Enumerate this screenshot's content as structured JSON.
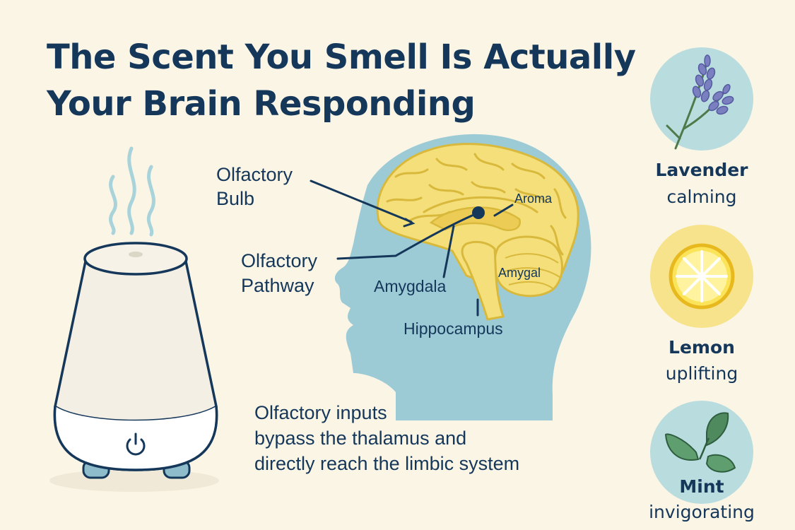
{
  "title": {
    "line1": "The Scent You Smell Is Actually",
    "line2": "Your Brain Responding"
  },
  "brain_labels": {
    "olfactory_bulb_1": "Olfactory",
    "olfactory_bulb_2": "Bulb",
    "olfactory_pathway_1": "Olfactory",
    "olfactory_pathway_2": "Pathway",
    "aroma": "Aroma",
    "amygdala": "Amygdala",
    "amygal": "Amygal",
    "hippocampus": "Hippocampus"
  },
  "caption": {
    "line1": "Olfactory inputs",
    "line2": "bypass the thalamus and",
    "line3": "directly reach the limbic system"
  },
  "scents": [
    {
      "name": "Lavender",
      "effect": "calming",
      "icon": "lavender-icon"
    },
    {
      "name": "Lemon",
      "effect": "uplifting",
      "icon": "lemon-slice-icon"
    },
    {
      "name": "Mint",
      "effect": "invigorating",
      "icon": "mint-leaf-icon"
    }
  ],
  "colors": {
    "background": "#fbf5e6",
    "text": "#14375a",
    "head": "#9ccbd6",
    "brain": "#f4df7a",
    "brain_outline": "#d9b93c",
    "icon_circle": "#b9dcdf",
    "lemon_circle": "#f6e38c"
  }
}
